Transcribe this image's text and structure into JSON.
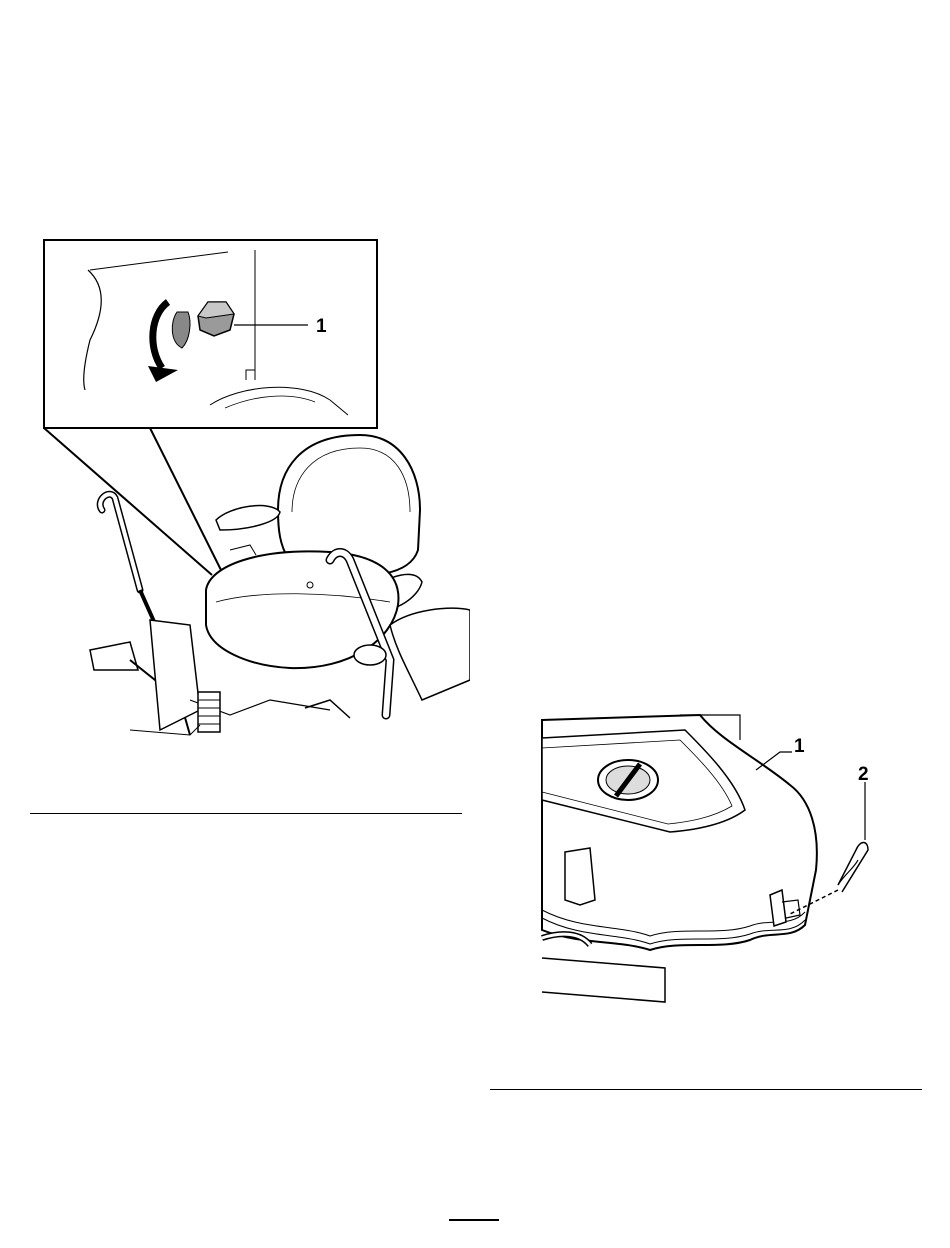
{
  "figure_seat": {
    "callouts": [
      "1"
    ]
  },
  "figure_cover": {
    "callouts": [
      "1",
      "2"
    ]
  }
}
